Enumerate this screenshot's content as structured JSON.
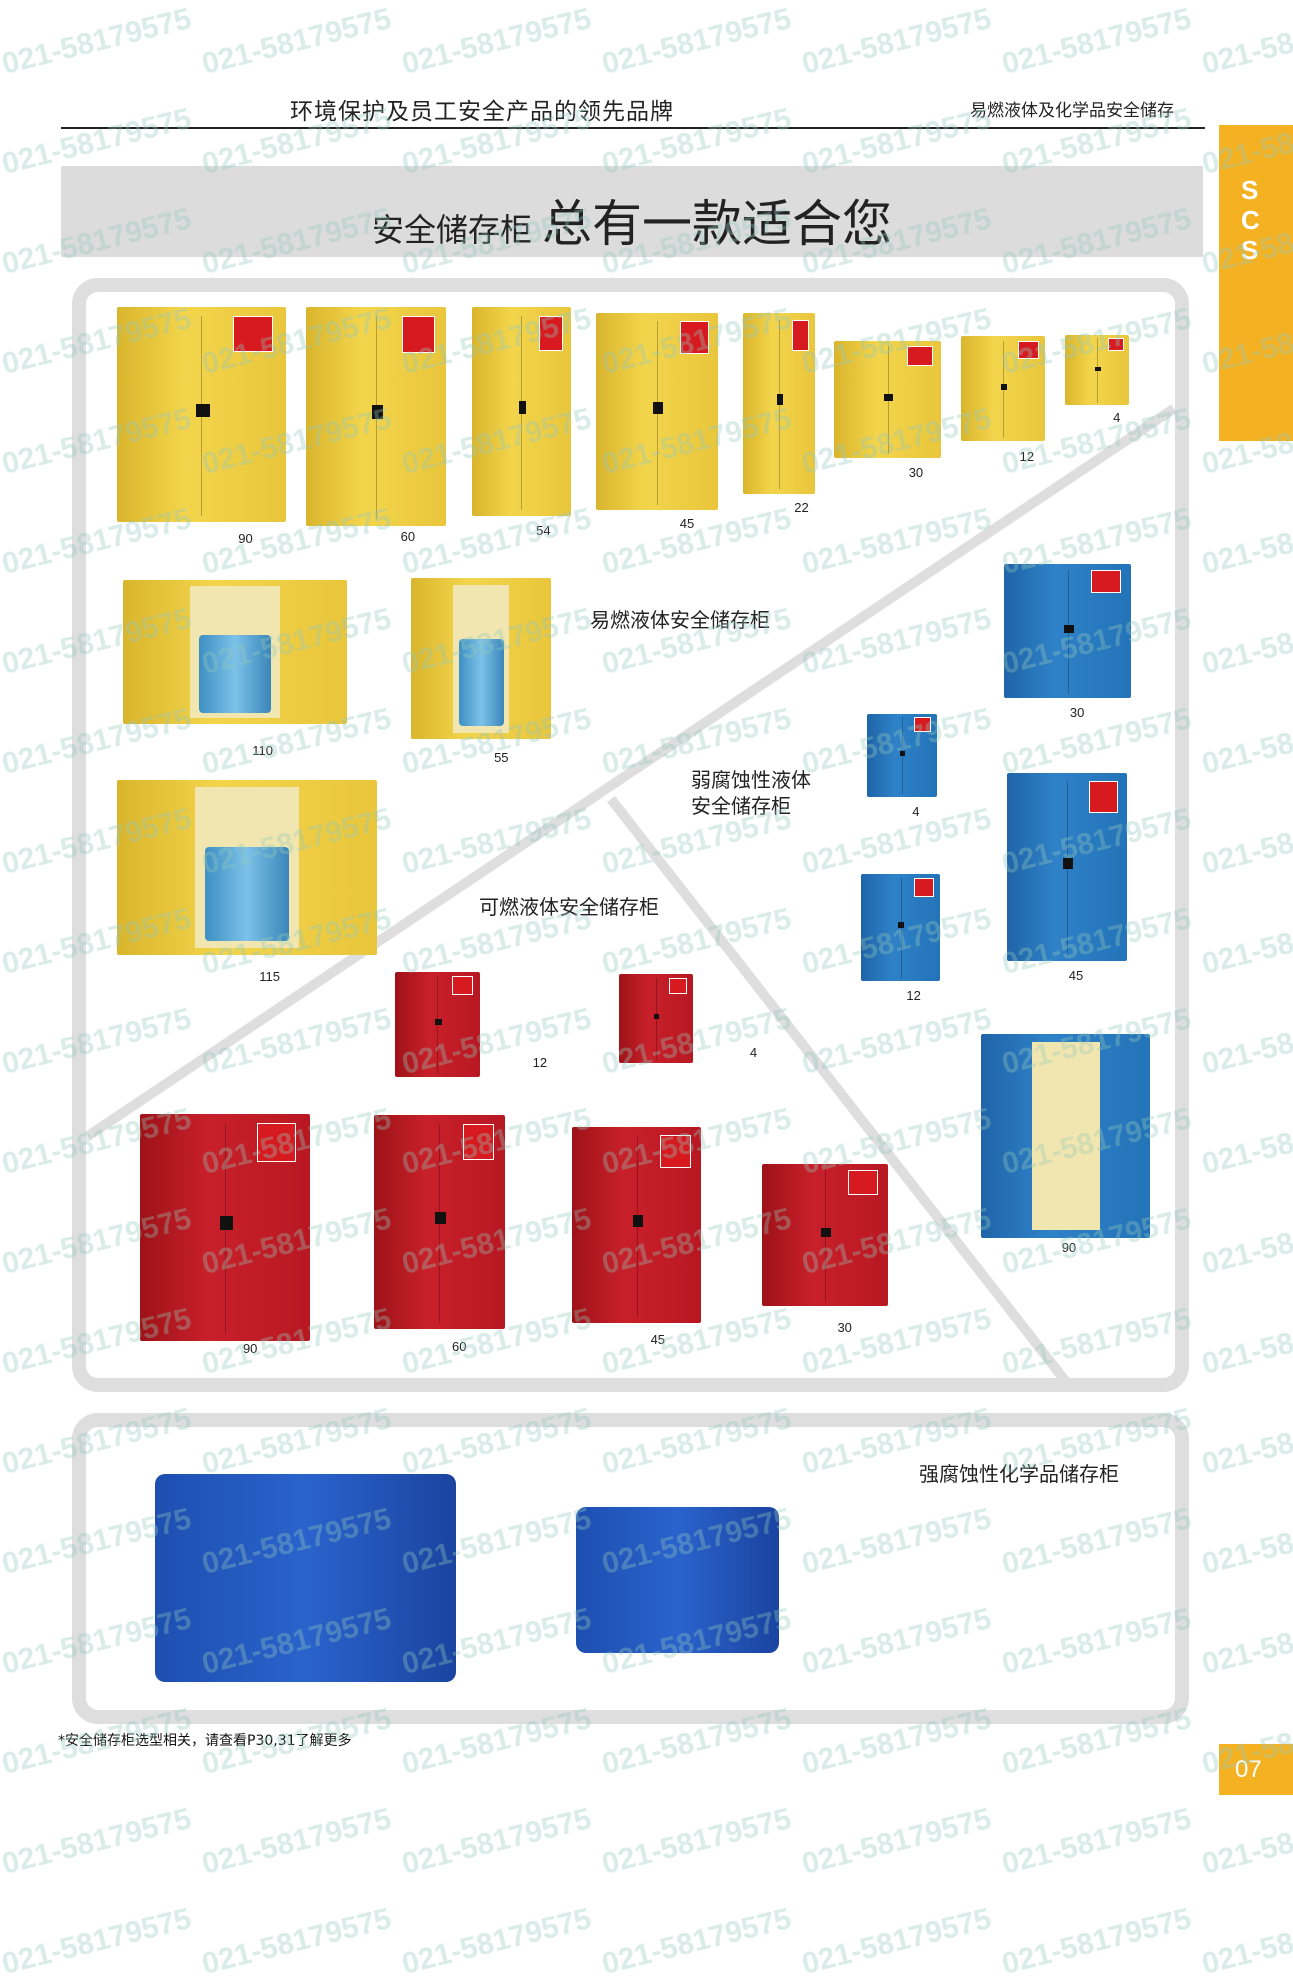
{
  "header": {
    "left_title": "环境保护及员工安全产品的领先品牌",
    "right_title": "易燃液体及化学品安全储存"
  },
  "banner": {
    "prefix": "安全储存柜",
    "slogan": "总有一款适合您"
  },
  "side_tab": {
    "letters": [
      "S",
      "C",
      "S"
    ],
    "color": "#f4b223"
  },
  "categories": {
    "flammable": "易燃液体安全储存柜",
    "corrosive_weak_line1": "弱腐蚀性液体",
    "corrosive_weak_line2": "安全储存柜",
    "combustible": "可燃液体安全储存柜",
    "corrosive_strong": "强腐蚀性化学品储存柜"
  },
  "capacities": {
    "yellow": [
      "90",
      "60",
      "54",
      "45",
      "22",
      "30",
      "12",
      "4",
      "110",
      "55",
      "115"
    ],
    "blue": [
      "30",
      "4",
      "12",
      "45",
      "90"
    ],
    "red": [
      "12",
      "4",
      "90",
      "60",
      "45",
      "30"
    ]
  },
  "colors": {
    "yellow_cabinet": "#f3d54c",
    "red_cabinet": "#c8202a",
    "blue_cabinet": "#2f82c8",
    "poly_cabinet": "#2a63cc",
    "accent": "#f4b223"
  },
  "footnote": "*安全储存柜选型相关，请查看P30,31了解更多",
  "page_number": "07",
  "watermark": "021-58179575"
}
